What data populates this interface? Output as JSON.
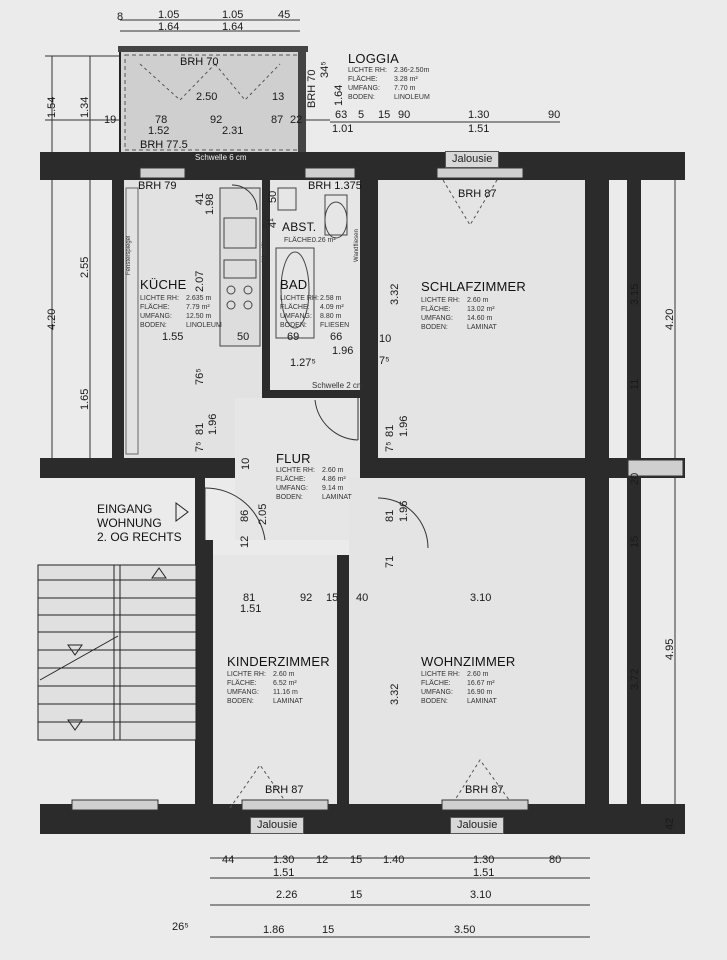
{
  "rooms": {
    "loggia": {
      "name": "LOGGIA",
      "lines": [
        [
          "LICHTE RH:",
          "2.36-2.50m"
        ],
        [
          "FLÄCHE:",
          "3.28 m²"
        ],
        [
          "UMFANG:",
          "7.70 m"
        ],
        [
          "BODEN:",
          "LINOLEUM"
        ]
      ]
    },
    "kueche": {
      "name": "KÜCHE",
      "lines": [
        [
          "LICHTE RH:",
          "2.635 m"
        ],
        [
          "FLÄCHE:",
          "7.79 m²"
        ],
        [
          "UMFANG:",
          "12.50 m"
        ],
        [
          "BODEN:",
          "LINOLEUM"
        ]
      ]
    },
    "bad": {
      "name": "BAD",
      "lines": [
        [
          "LICHTE RH:",
          "2.58 m"
        ],
        [
          "FLÄCHE:",
          "4.09 m²"
        ],
        [
          "UMFANG:",
          "8.80 m"
        ],
        [
          "BODEN:",
          "FLIESEN"
        ]
      ]
    },
    "abst": {
      "name": "ABST.",
      "lines": [
        [
          "FLÄCHE:",
          "0.26 m²"
        ]
      ]
    },
    "schlaf": {
      "name": "SCHLAFZIMMER",
      "lines": [
        [
          "LICHTE RH:",
          "2.60 m"
        ],
        [
          "FLÄCHE:",
          "13.02 m²"
        ],
        [
          "UMFANG:",
          "14.60 m"
        ],
        [
          "BODEN:",
          "LAMINAT"
        ]
      ]
    },
    "flur": {
      "name": "FLUR",
      "lines": [
        [
          "LICHTE RH:",
          "2.60 m"
        ],
        [
          "FLÄCHE:",
          "4.86 m²"
        ],
        [
          "UMFANG:",
          "9.14 m"
        ],
        [
          "BODEN:",
          "LAMINAT"
        ]
      ]
    },
    "kinder": {
      "name": "KINDERZIMMER",
      "lines": [
        [
          "LICHTE RH:",
          "2.60 m"
        ],
        [
          "FLÄCHE:",
          "6.52 m²"
        ],
        [
          "UMFANG:",
          "11.16 m"
        ],
        [
          "BODEN:",
          "LAMINAT"
        ]
      ]
    },
    "wohn": {
      "name": "WOHNZIMMER",
      "lines": [
        [
          "LICHTE RH:",
          "2.60 m"
        ],
        [
          "FLÄCHE:",
          "16.67 m²"
        ],
        [
          "UMFANG:",
          "16.90 m"
        ],
        [
          "BODEN:",
          "LAMINAT"
        ]
      ]
    }
  },
  "entrance": {
    "l1": "EINGANG",
    "l2": "WOHNUNG",
    "l3": "2. OG RECHTS"
  },
  "jalousie": "Jalousie",
  "brh": {
    "loggia_top": "BRH 70",
    "loggia_bottom": "BRH 77.5",
    "kueche": "BRH 79",
    "bad": "BRH 1.375",
    "schlaf": "BRH 87",
    "kinder": "BRH 87",
    "wohn": "BRH 87"
  },
  "schwelle": {
    "loggia": "Schwelle 6 cm",
    "flur": "Schwelle 2 cm"
  },
  "labels": {
    "fensterspiegel": "Fensterspiegel",
    "wandfliesen": "Wandfliesen"
  },
  "dims": {
    "top1": [
      "8",
      "1.05",
      "1.05",
      "45"
    ],
    "top2": [
      "1.64",
      "1.64"
    ],
    "loggia_row": [
      "19",
      "78",
      "92",
      "87",
      "22"
    ],
    "loggia_row2": [
      "1.52",
      "2.31"
    ],
    "loggia_inner": "2.50",
    "loggia_13": "13",
    "right_top": [
      "63",
      "5",
      "15",
      "90",
      "1.30",
      "90"
    ],
    "right_top2": [
      "1.01",
      "1.51"
    ],
    "kueche_row": [
      "1.55",
      "50",
      "69",
      "66"
    ],
    "bad_row": [
      "1.96",
      "1.27⁵"
    ],
    "b10": "10",
    "b7": "7⁵",
    "b10b": "10",
    "mid_row": [
      "81",
      "1.51",
      "92",
      "15",
      "40",
      "3.10"
    ],
    "bottom1": [
      "44",
      "1.30",
      "12",
      "15",
      "1.40",
      "1.30",
      "80"
    ],
    "bottom2": [
      "1.51",
      "1.51"
    ],
    "bottom3": [
      "2.26",
      "15",
      "3.10"
    ],
    "bottom4": [
      "26⁵",
      "1.86",
      "15",
      "3.50"
    ],
    "left_v": [
      "1.54",
      "1.34",
      "2.55",
      "4.20",
      "1.65"
    ],
    "right_v": [
      "3.15",
      "4.20",
      "11",
      "20",
      "15",
      "4.95",
      "3.72",
      "42"
    ],
    "inner_v": [
      "34⁵",
      "1.64",
      "1.98",
      "41",
      "2.07",
      "76⁵",
      "81",
      "1.96",
      "7⁵",
      "3.32",
      "81",
      "1.96",
      "7⁵",
      "2.05",
      "86",
      "12",
      "81",
      "1.96",
      "71",
      "3.32",
      "50",
      "4¹",
      "BRH 70",
      "1.64"
    ]
  }
}
